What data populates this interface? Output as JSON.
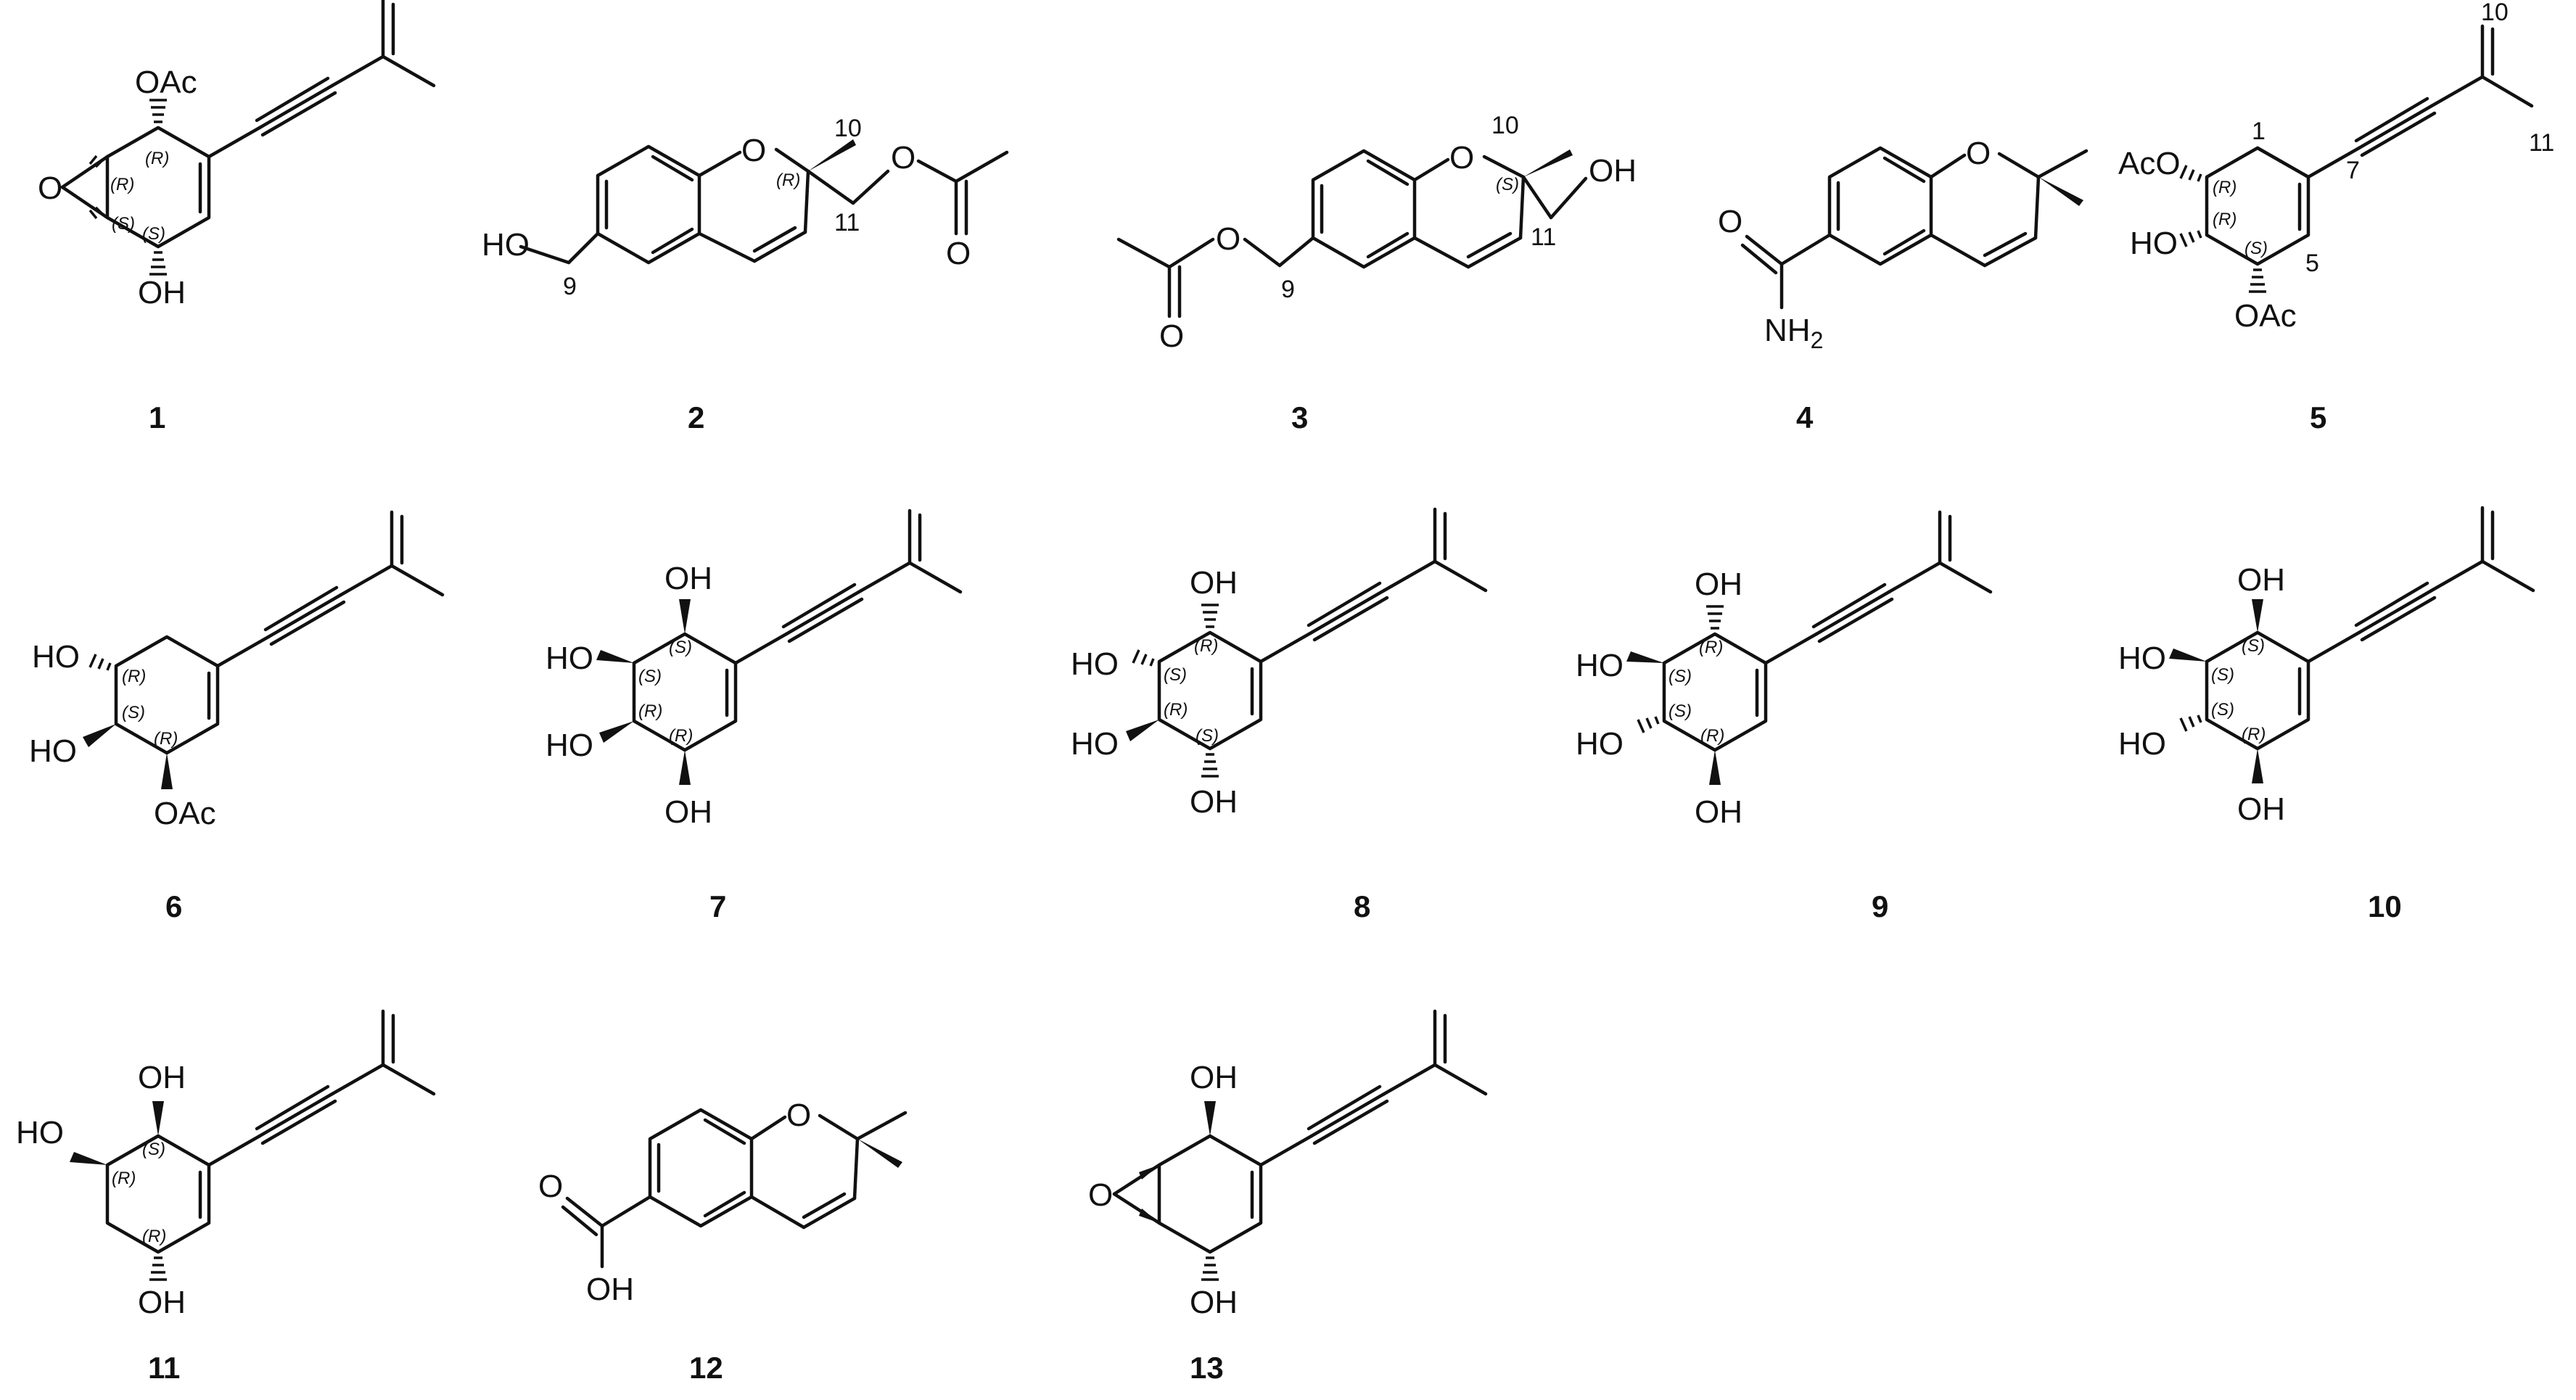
{
  "figure": {
    "compounds": [
      {
        "id": "1",
        "label": "1",
        "atoms": [
          "OAc",
          "O",
          "OH"
        ],
        "stereo": [
          "(R)",
          "(R)",
          "(S)",
          "(S)"
        ]
      },
      {
        "id": "2",
        "label": "2",
        "atoms": [
          "O",
          "HO",
          "O",
          "O"
        ],
        "stereo": [
          "(R)"
        ],
        "numbering": [
          "10",
          "9",
          "11"
        ]
      },
      {
        "id": "3",
        "label": "3",
        "atoms": [
          "O",
          "O",
          "O",
          "OH"
        ],
        "stereo": [
          "(S)"
        ],
        "numbering": [
          "10",
          "9",
          "11"
        ]
      },
      {
        "id": "4",
        "label": "4",
        "atoms": [
          "O",
          "O",
          "NH2"
        ],
        "stereo": []
      },
      {
        "id": "5",
        "label": "5",
        "atoms": [
          "AcO",
          "HO",
          "OAc"
        ],
        "stereo": [
          "(R)",
          "(R)",
          "(S)"
        ],
        "numbering": [
          "10",
          "1",
          "7",
          "11",
          "5"
        ]
      },
      {
        "id": "6",
        "label": "6",
        "atoms": [
          "HO",
          "HO",
          "OAc"
        ],
        "stereo": [
          "(R)",
          "(S)",
          "(R)"
        ]
      },
      {
        "id": "7",
        "label": "7",
        "atoms": [
          "OH",
          "HO",
          "HO",
          "OH"
        ],
        "stereo": [
          "(S)",
          "(S)",
          "(R)",
          "(R)"
        ]
      },
      {
        "id": "8",
        "label": "8",
        "atoms": [
          "OH",
          "HO",
          "HO",
          "OH"
        ],
        "stereo": [
          "(R)",
          "(S)",
          "(R)",
          "(S)"
        ]
      },
      {
        "id": "9",
        "label": "9",
        "atoms": [
          "OH",
          "HO",
          "HO",
          "OH"
        ],
        "stereo": [
          "(R)",
          "(S)",
          "(S)",
          "(R)"
        ]
      },
      {
        "id": "10",
        "label": "10",
        "atoms": [
          "OH",
          "HO",
          "HO",
          "OH"
        ],
        "stereo": [
          "(S)",
          "(S)",
          "(S)",
          "(R)"
        ]
      },
      {
        "id": "11",
        "label": "11",
        "atoms": [
          "OH",
          "HO",
          "OH"
        ],
        "stereo": [
          "(S)",
          "(R)",
          "(R)"
        ]
      },
      {
        "id": "12",
        "label": "12",
        "atoms": [
          "O",
          "O",
          "OH"
        ],
        "stereo": []
      },
      {
        "id": "13",
        "label": "13",
        "atoms": [
          "OH",
          "O",
          "OH"
        ],
        "stereo": []
      }
    ]
  }
}
